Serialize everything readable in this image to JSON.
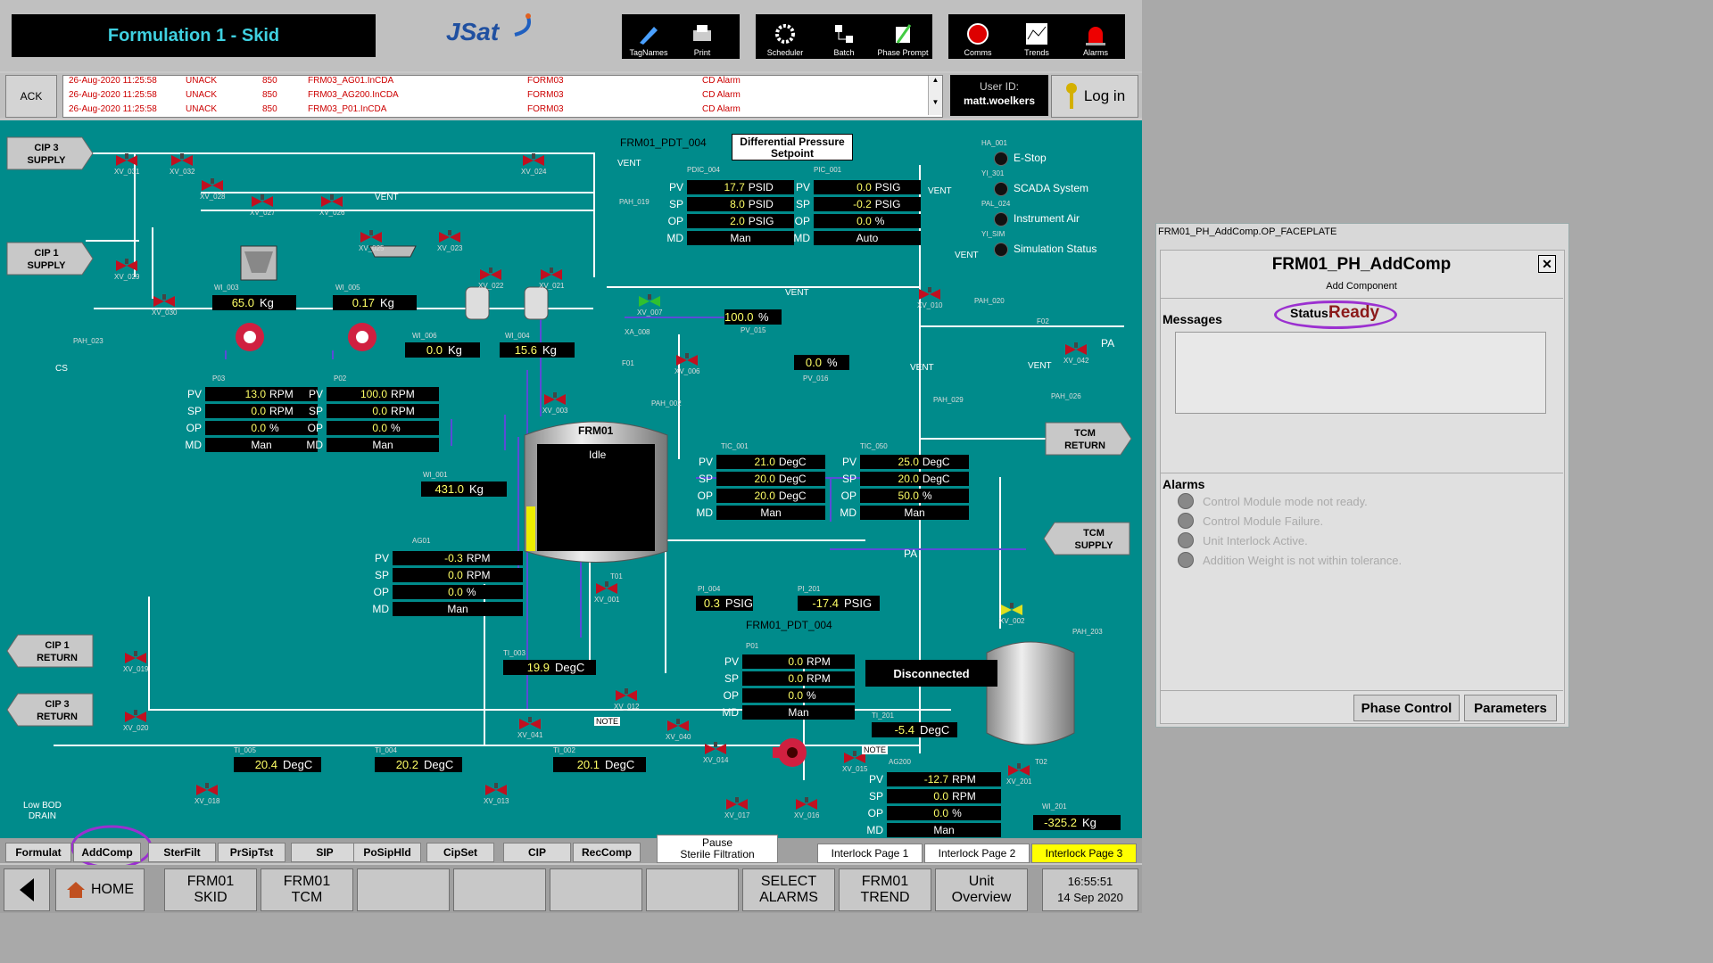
{
  "header": {
    "title": "Formulation 1 - Skid",
    "logo": "JSat",
    "toolbar": [
      {
        "label": "TagNames",
        "icon": "pen-icon"
      },
      {
        "label": "Print",
        "icon": "printer-icon"
      },
      {
        "label": "Scheduler",
        "icon": "gears-icon"
      },
      {
        "label": "Batch",
        "icon": "batch-icon"
      },
      {
        "label": "Phase Prompt",
        "icon": "phase-prompt-icon"
      },
      {
        "label": "Comms",
        "icon": "comms-icon"
      },
      {
        "label": "Trends",
        "icon": "trend-icon"
      },
      {
        "label": "Alarms",
        "icon": "siren-icon"
      }
    ]
  },
  "alarmbar": {
    "ack": "ACK",
    "rows": [
      [
        "26-Aug-2020 11:25:58",
        "UNACK",
        "850",
        "FRM03_AG01.InCDA",
        "FORM03",
        "CD Alarm"
      ],
      [
        "26-Aug-2020 11:25:58",
        "UNACK",
        "850",
        "FRM03_AG200.InCDA",
        "FORM03",
        "CD Alarm"
      ],
      [
        "26-Aug-2020 11:25:58",
        "UNACK",
        "850",
        "FRM03_P01.InCDA",
        "FORM03",
        "CD Alarm"
      ]
    ],
    "user_label": "User ID:",
    "user_name": "matt.woelkers",
    "login": "Log in"
  },
  "process": {
    "cip3_supply": "CIP 3\nSUPPLY",
    "cip1_supply": "CIP 1\nSUPPLY",
    "cip1_return": "CIP 1\nRETURN",
    "cip3_return": "CIP 3\nRETURN",
    "tcm_return": "TCM\nRETURN",
    "tcm_supply": "TCM\nSUPPLY",
    "pdt_title": "FRM01_PDT_004",
    "pdt_bottom": "FRM01_PDT_004",
    "dp_setpoint": "Differential Pressure\nSetpoint",
    "vent": "VENT",
    "cs": "CS",
    "pa": "PA",
    "low_bod": "Low BOD\nDRAIN",
    "note": "NOTE",
    "frm01": "FRM01",
    "frm01_state": "Idle",
    "disconnected": "Disconnected",
    "statusitems": [
      {
        "tag": "HA_001",
        "label": "E-Stop"
      },
      {
        "tag": "YI_301",
        "label": "SCADA System"
      },
      {
        "tag": "PAL_024",
        "label": "Instrument Air"
      },
      {
        "tag": "YI_SIM",
        "label": "Simulation Status"
      }
    ],
    "valves": [
      "XV_031",
      "XV_032",
      "XV_028",
      "XV_027",
      "XV_026",
      "XV_025",
      "XV_023",
      "XV_024",
      "XV_029",
      "XV_030",
      "XV_022",
      "XV_021",
      "XV_003",
      "XV_007",
      "XV_006",
      "XV_010",
      "XV_042",
      "XV_019",
      "XV_020",
      "XV_012",
      "XV_040",
      "XV_041",
      "XV_014",
      "XV_015",
      "XV_017",
      "XV_016",
      "XV_018",
      "XV_013",
      "XV_002",
      "XV_201",
      "XV_001"
    ],
    "tags": {
      "wi003": "WI_003",
      "wi005": "WI_005",
      "wi006": "WI_006",
      "wi004": "WI_004",
      "wi001": "WI_001",
      "wi201": "WI_201",
      "p03": "P03",
      "p02": "P02",
      "p01": "P01",
      "pah023": "PAH_023",
      "pah019": "PAH_019",
      "pah020": "PAH_020",
      "pah029": "PAH_029",
      "pah026": "PAH_026",
      "pah002": "PAH_002",
      "pah203": "PAH_203",
      "xa008": "XA_008",
      "f01": "F01",
      "f02": "F02",
      "pv015": "PV_015",
      "pv016": "PV_016",
      "pdic004": "PDIC_004",
      "pic001": "PIC_001",
      "tic001": "TIC_001",
      "tic050": "TIC_050",
      "ag01": "AG01",
      "ag200": "AG200",
      "pi004": "PI_004",
      "pi201": "PI_201",
      "ti003": "TI_003",
      "ti005": "TI_005",
      "ti004": "TI_004",
      "ti002": "TI_002",
      "ti201": "TI_201",
      "t01": "T01",
      "t02": "T02"
    },
    "wi003": {
      "v": "65.0",
      "u": "Kg"
    },
    "wi005": {
      "v": "0.17",
      "u": "Kg"
    },
    "wi006": {
      "v": "0.0",
      "u": "Kg"
    },
    "wi004": {
      "v": "15.6",
      "u": "Kg"
    },
    "wi001": {
      "v": "431.0",
      "u": "Kg"
    },
    "wi201": {
      "v": "-325.2",
      "u": "Kg"
    },
    "pv015": {
      "v": "100.0",
      "u": "%"
    },
    "pv016": {
      "v": "0.0",
      "u": "%"
    },
    "pi004": {
      "v": "0.3",
      "u": "PSIG"
    },
    "pi201": {
      "v": "-17.4",
      "u": "PSIG"
    },
    "ti003": {
      "v": "19.9",
      "u": "DegC"
    },
    "ti005": {
      "v": "20.4",
      "u": "DegC"
    },
    "ti004": {
      "v": "20.2",
      "u": "DegC"
    },
    "ti002": {
      "v": "20.1",
      "u": "DegC"
    },
    "ti201": {
      "v": "-5.4",
      "u": "DegC"
    },
    "p03": [
      [
        "PV",
        "13.0",
        "RPM"
      ],
      [
        "SP",
        "0.0",
        "RPM"
      ],
      [
        "OP",
        "0.0",
        "%"
      ],
      [
        "MD",
        "Man",
        ""
      ]
    ],
    "p02": [
      [
        "PV",
        "100.0",
        "RPM"
      ],
      [
        "SP",
        "0.0",
        "RPM"
      ],
      [
        "OP",
        "0.0",
        "%"
      ],
      [
        "MD",
        "Man",
        ""
      ]
    ],
    "pdic004": [
      [
        "PV",
        "17.7",
        "PSID"
      ],
      [
        "SP",
        "8.0",
        "PSID"
      ],
      [
        "OP",
        "2.0",
        "PSIG"
      ],
      [
        "MD",
        "Man",
        ""
      ]
    ],
    "pic001": [
      [
        "PV",
        "0.0",
        "PSIG"
      ],
      [
        "SP",
        "-0.2",
        "PSIG"
      ],
      [
        "OP",
        "0.0",
        "%"
      ],
      [
        "MD",
        "Auto",
        ""
      ]
    ],
    "tic001": [
      [
        "PV",
        "21.0",
        "DegC"
      ],
      [
        "SP",
        "20.0",
        "DegC"
      ],
      [
        "OP",
        "20.0",
        "DegC"
      ],
      [
        "MD",
        "Man",
        ""
      ]
    ],
    "tic050": [
      [
        "PV",
        "25.0",
        "DegC"
      ],
      [
        "SP",
        "20.0",
        "DegC"
      ],
      [
        "OP",
        "50.0",
        "%"
      ],
      [
        "MD",
        "Man",
        ""
      ]
    ],
    "ag01": [
      [
        "PV",
        "-0.3",
        "RPM"
      ],
      [
        "SP",
        "0.0",
        "RPM"
      ],
      [
        "OP",
        "0.0",
        "%"
      ],
      [
        "MD",
        "Man",
        ""
      ]
    ],
    "p01": [
      [
        "PV",
        "0.0",
        "RPM"
      ],
      [
        "SP",
        "0.0",
        "RPM"
      ],
      [
        "OP",
        "0.0",
        "%"
      ],
      [
        "MD",
        "Man",
        ""
      ]
    ],
    "ag200": [
      [
        "PV",
        "-12.7",
        "RPM"
      ],
      [
        "SP",
        "0.0",
        "RPM"
      ],
      [
        "OP",
        "0.0",
        "%"
      ],
      [
        "MD",
        "Man",
        ""
      ]
    ]
  },
  "tabs": [
    "Formulat",
    "AddComp",
    "SterFilt",
    "PrSipTst",
    "SIP",
    "PoSipHld",
    "CipSet",
    "CIP",
    "RecComp"
  ],
  "pause_btn": "Pause\nSterile Filtration",
  "interlock_tabs": [
    "Interlock Page 1",
    "Interlock Page 2",
    "Interlock Page 3"
  ],
  "nav": {
    "home": "HOME",
    "buttons": [
      "FRM01\nSKID",
      "FRM01\nTCM",
      "",
      "",
      "",
      "",
      "SELECT\nALARMS",
      "FRM01\nTREND",
      "Unit\nOverview"
    ],
    "time": "16:55:51",
    "date": "14 Sep 2020"
  },
  "faceplate": {
    "window_title": "FRM01_PH_AddComp.OP_FACEPLATE",
    "title": "FRM01_PH_AddComp",
    "subtitle": "Add Component",
    "messages_label": "Messages",
    "status_label": "Status:",
    "status_value": "Ready",
    "alarms_label": "Alarms",
    "alarms": [
      "Control Module mode not ready.",
      "Control Module Failure.",
      "Unit Interlock Active.",
      "Addition Weight is not within tolerance."
    ],
    "phase_control": "Phase Control",
    "parameters": "Parameters",
    "close": "✕"
  },
  "colors": {
    "canvas": "#008b8b",
    "value": "#ffff66",
    "accent_ring": "#9b30d0",
    "status_ready": "#8b1a1a"
  }
}
